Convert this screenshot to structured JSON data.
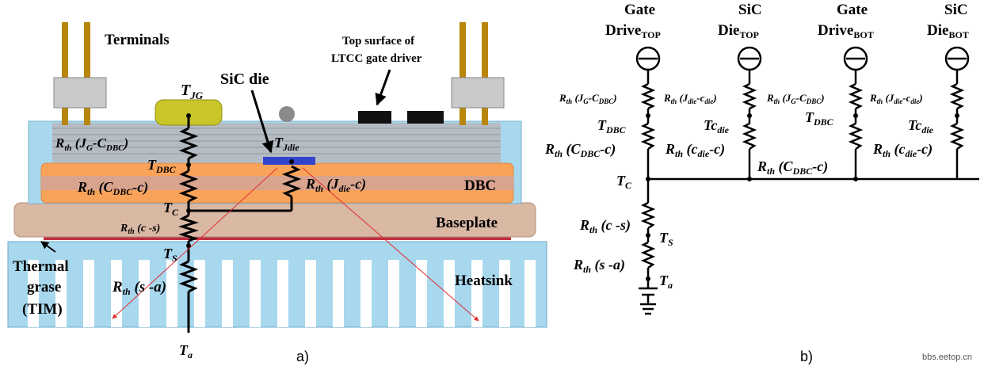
{
  "panel_a": {
    "caption": "a)",
    "labels": {
      "terminals": "Terminals",
      "top_surface_1": "Top surface of",
      "top_surface_2": "LTCC gate driver",
      "sic_die": "SiC die",
      "dbc": "DBC",
      "baseplate": "Baseplate",
      "heatsink": "Heatsink",
      "tim_1": "Thermal",
      "tim_2": "grase",
      "tim_3": "(TIM)"
    },
    "nodes": {
      "t_jg": "T",
      "t_jg_sub": "JG",
      "t_jdie": "T",
      "t_jdie_sub": "Jdie",
      "t_dbc": "T",
      "t_dbc_sub": "DBC",
      "t_c": "T",
      "t_c_sub": "C",
      "t_s": "T",
      "t_s_sub": "S",
      "t_a": "T",
      "t_a_sub": "a"
    },
    "resistors": {
      "r_jg_cdbc_main": "R",
      "r_jg_cdbc_sub": "th",
      "r_jg_cdbc_arg": " (J",
      "r_jg_cdbc_arg_sub": "G",
      "r_jg_cdbc_arg2": "-C",
      "r_jg_cdbc_arg2_sub": "DBC",
      "r_jg_cdbc_end": ")",
      "r_cdbc_c": "R",
      "r_cdbc_c_sub": "th",
      "r_cdbc_c_arg": " (C",
      "r_cdbc_c_arg_sub": "DBC",
      "r_cdbc_c_end": "-c)",
      "r_jdie_c": "R",
      "r_jdie_c_sub": "th",
      "r_jdie_c_arg": " (J",
      "r_jdie_c_arg_sub": "die",
      "r_jdie_c_end": "-c)",
      "r_cs": "R",
      "r_cs_sub": "th",
      "r_cs_arg": " (c -s)",
      "r_sa": "R",
      "r_sa_sub": "th",
      "r_sa_arg": " (s -a)"
    }
  },
  "panel_b": {
    "caption": "b)",
    "sources": [
      {
        "line1": "Gate",
        "line2": "Drive",
        "line2_sub": "TOP"
      },
      {
        "line1": "SiC",
        "line2": "Die",
        "line2_sub": "TOP"
      },
      {
        "line1": "Gate",
        "line2": "Drive",
        "line2_sub": "BOT"
      },
      {
        "line1": "SiC",
        "line2": "Die",
        "line2_sub": "BOT"
      }
    ],
    "labels": {
      "r1": "R",
      "r1_sub": "th",
      "r1_arg": " (J",
      "r1_arg_sub": "G",
      "r1_arg2": "-C",
      "r1_arg2_sub": "DBC",
      "r1_end": ")",
      "t_dbc": "T",
      "t_dbc_sub": "DBC",
      "r2": "R",
      "r2_sub": "th",
      "r2_arg": " (C",
      "r2_arg_sub": "DBC",
      "r2_end": "-c)",
      "r3": "R",
      "r3_sub": "th",
      "r3_arg": " (J",
      "r3_arg_sub": "die",
      "r3_arg2": "-c",
      "r3_arg2_sub": "die",
      "r3_end": ")",
      "tc_die": "Tc",
      "tc_die_sub": "die",
      "r4": "R",
      "r4_sub": "th",
      "r4_arg": " (c",
      "r4_arg_sub": "die",
      "r4_end": "-c)",
      "r5": "R",
      "r5_sub": "th",
      "r5_arg": " (J",
      "r5_arg_sub": "G",
      "r5_arg2": "-C",
      "r5_arg2_sub": "DBC",
      "r5_end": ")",
      "t_dbc2": "T",
      "t_dbc2_sub": "DBC",
      "r6": "R",
      "r6_sub": "th",
      "r6_arg": " (C",
      "r6_arg_sub": "DBC",
      "r6_end": "-c)",
      "r7": "R",
      "r7_sub": "th",
      "r7_arg": " (J",
      "r7_arg_sub": "die",
      "r7_arg2": "-c",
      "r7_arg2_sub": "die",
      "r7_end": ")",
      "tc_die2": "Tc",
      "tc_die2_sub": "die",
      "r8": "R",
      "r8_sub": "th",
      "r8_arg": " (c",
      "r8_arg_sub": "die",
      "r8_end": "-c)",
      "t_c": "T",
      "t_c_sub": "C",
      "r_cs": "R",
      "r_cs_sub": "th",
      "r_cs_arg": " (c -s)",
      "t_s": "T",
      "t_s_sub": "S",
      "r_sa": "R",
      "r_sa_sub": "th",
      "r_sa_arg": " (s -a)",
      "t_a": "T",
      "t_a_sub": "a"
    }
  },
  "watermark": "bbs.eetop.cn",
  "colors": {
    "heatsink": "#a8d8ee",
    "dbc_outer": "#f9a25a",
    "dbc_mid": "#d9a48e",
    "baseplate": "#d9b8a4",
    "ltcc": "#a9b2bc",
    "die": "#3344cc",
    "arrow_red": "#e03030",
    "pin": "#b8860b"
  }
}
